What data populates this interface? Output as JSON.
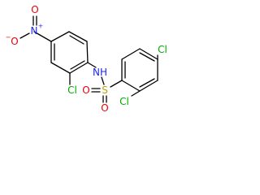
{
  "atoms": {
    "o_nitro_top": {
      "label": "O",
      "color": "#e8000b"
    },
    "n_nitro": {
      "label": "N",
      "charge": "+",
      "color": "#1f27f2"
    },
    "o_nitro_left": {
      "label": "O",
      "charge": "−",
      "color": "#e8000b"
    },
    "cl_ring1": {
      "label": "Cl",
      "color": "#00a800"
    },
    "nh": {
      "label": "NH",
      "color": "#1f27f2"
    },
    "s": {
      "label": "S",
      "color": "#b8a200"
    },
    "o_s_left": {
      "label": "O",
      "color": "#e8000b"
    },
    "o_s_bottom": {
      "label": "O",
      "color": "#e8000b"
    },
    "cl_ring2_top": {
      "label": "Cl",
      "color": "#00a800"
    },
    "cl_ring2_bottom": {
      "label": "Cl",
      "color": "#00a800"
    }
  }
}
